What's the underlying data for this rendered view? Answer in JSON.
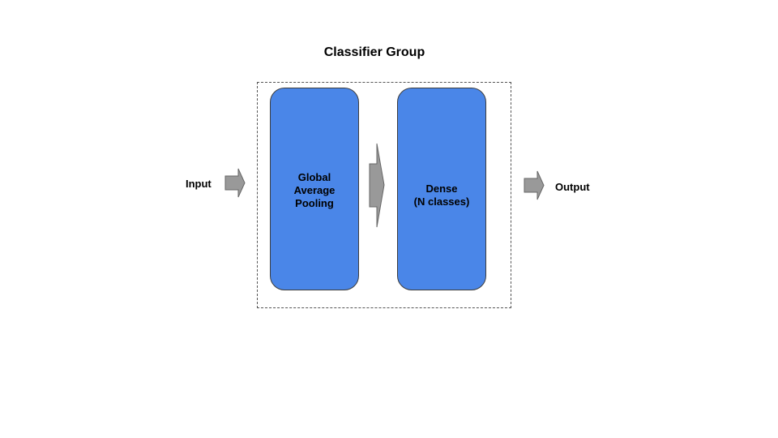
{
  "diagram": {
    "title": "Classifier Group",
    "input_label": "Input",
    "output_label": "Output",
    "blocks": [
      {
        "label": "Global\nAverage\nPooling"
      },
      {
        "label": "Dense\n(N classes)"
      }
    ],
    "colors": {
      "block_fill": "#4a86e8",
      "block_border": "#3d3d3d",
      "arrow_fill": "#999999",
      "arrow_stroke": "#666666",
      "group_border": "#555555"
    }
  }
}
